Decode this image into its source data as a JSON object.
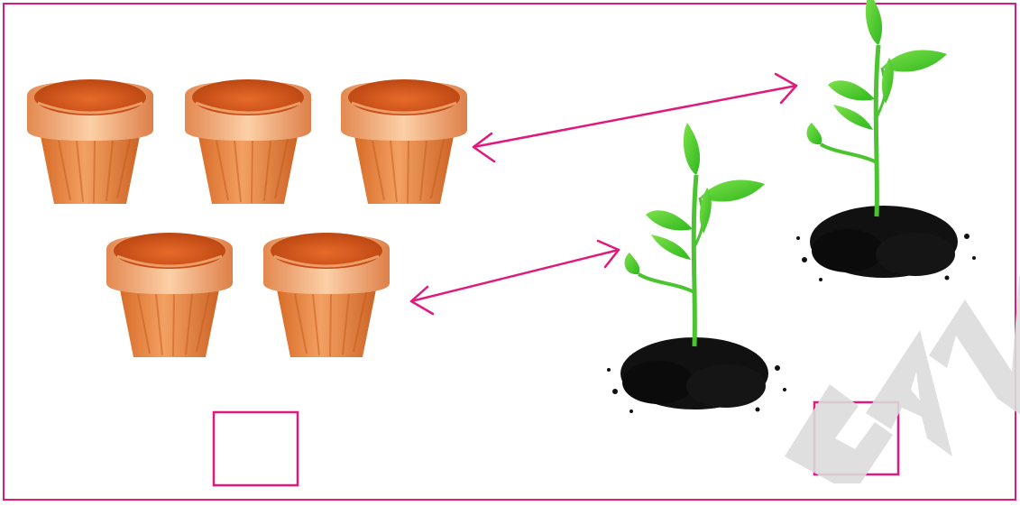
{
  "theme": {
    "accent": "#e0197d"
  },
  "left_group": {
    "item_icon": "flower-pot-icon",
    "count_shown": 5
  },
  "right_group": {
    "item_icon": "seedling-icon",
    "count_shown": 2
  },
  "answer_boxes": [
    {
      "value": ""
    },
    {
      "value": ""
    }
  ],
  "connectors": [
    {
      "from": "flower-pot",
      "to": "seedling"
    },
    {
      "from": "flower-pot",
      "to": "seedling"
    }
  ],
  "watermark": {
    "text": "GANA",
    "color": "#dcdcdc"
  }
}
